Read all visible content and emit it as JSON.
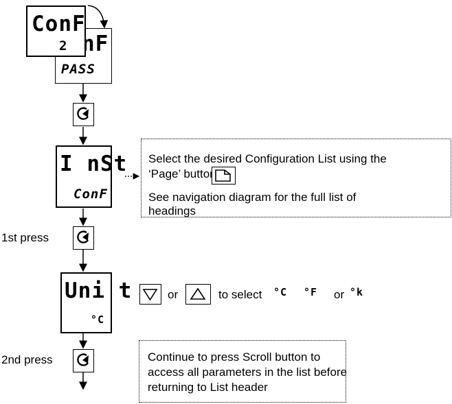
{
  "displays": {
    "conf_front": {
      "top": "ConF",
      "bottom": "2"
    },
    "conf_back": {
      "top": "nF",
      "bottom": "PASS"
    },
    "inst": {
      "top": "I nSt",
      "bottom": "ConF"
    },
    "unit": {
      "top": "Uni t",
      "bottom": "°C"
    }
  },
  "labels": {
    "first_press": "1st press",
    "second_press": "2nd press"
  },
  "notes": {
    "select_list_line1": "Select the desired Configuration List using the",
    "select_list_line2": "‘Page’ button",
    "navigation_line1": "See navigation diagram for the full  list of",
    "navigation_line2": "headings",
    "continue_line1": "Continue to press Scroll button to",
    "continue_line2": "access all parameters in the list before",
    "continue_line3": "returning to List header"
  },
  "unit_row": {
    "or_1": "or",
    "select_text": "to select",
    "opt_c": "°C",
    "opt_f": "°F",
    "or_2": "or",
    "opt_k": "°k"
  },
  "icons": [
    "scroll-icon",
    "page-icon",
    "down-arrow-icon",
    "up-arrow-icon"
  ]
}
